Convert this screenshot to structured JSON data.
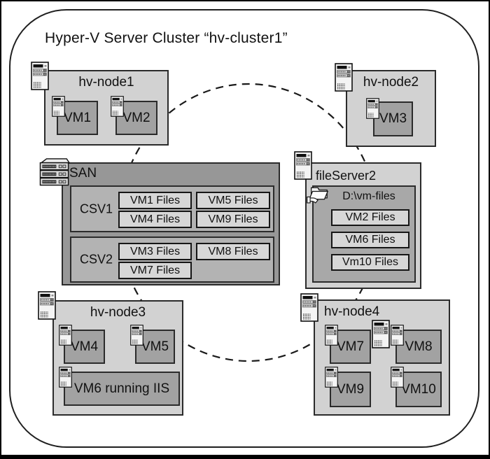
{
  "title": "Hyper-V Server Cluster “hv-cluster1”",
  "colors": {
    "canvas_bg": "#ffffff",
    "frame_border": "#1f1f1f",
    "box_border": "#2b2b2b",
    "node_fill": "#d2d2d2",
    "vm_fill": "#a2a2a2",
    "san_fill": "#979797",
    "csv_fill": "#b3b3b3",
    "file_fill": "#d7d7d7",
    "share_fill": "#a8a8a8",
    "ring_stroke": "#1a1a1a"
  },
  "ring": {
    "style": "dashed ellipse linking cluster members"
  },
  "nodes": [
    {
      "label": "hv-node1",
      "vms": [
        {
          "label": "VM1"
        },
        {
          "label": "VM2"
        }
      ]
    },
    {
      "label": "hv-node2",
      "vms": [
        {
          "label": "VM3"
        }
      ]
    },
    {
      "label": "hv-node3",
      "vms": [
        {
          "label": "VM4"
        },
        {
          "label": "VM5"
        },
        {
          "label": "VM6 running IIS"
        }
      ]
    },
    {
      "label": "hv-node4",
      "vms": [
        {
          "label": "VM7"
        },
        {
          "label": "VM8"
        },
        {
          "label": "VM9"
        },
        {
          "label": "VM10"
        }
      ]
    }
  ],
  "san": {
    "label": "SAN",
    "volumes": [
      {
        "label": "CSV1",
        "files": [
          "VM1 Files",
          "VM5 Files",
          "VM4 Files",
          "VM9 Files"
        ]
      },
      {
        "label": "CSV2",
        "files": [
          "VM3 Files",
          "VM8 Files",
          "VM7 Files"
        ]
      }
    ]
  },
  "file_server": {
    "label": "fileServer2",
    "share": {
      "label": "D:\\vm-files",
      "files": [
        "VM2 Files",
        "VM6 Files",
        "Vm10 Files"
      ]
    }
  },
  "icons": {
    "tower_server": "tower-server-icon",
    "san_rack": "san-rack-icon",
    "shared_folder": "shared-folder-icon"
  }
}
